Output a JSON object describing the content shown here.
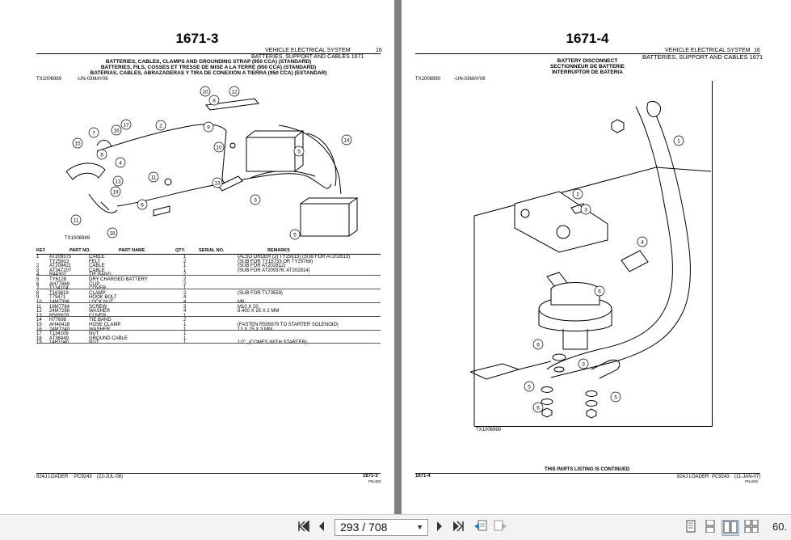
{
  "left_page": {
    "title": "1671-3",
    "header_section": "VEHICLE ELECTRICAL SYSTEM",
    "header_num": "16",
    "subtitle_en": "BATTERIES, CABLES, CLAMPS AND GROUNDING STRAP (950 CCA) (STANDARD)",
    "subtitle_fr": "BATTERIES, FILS, COSSES ET TRESSE DE MISE A LA TERRE (950 CCA) (STANDARD)",
    "subtitle_es": "BATERIAS, CABLES, ABRAZADERAS Y TIRA DE CONEXION A TIERRA (950 CCA) (ESTANDAR)",
    "header_right": "BATTERIES, SUPPORT AND CABLES 1671",
    "tx_code": "TX1006989",
    "tx_date": "-UN-03MAY06",
    "figure_label": "TX1006989",
    "columns": {
      "key": "KEY",
      "part_no": "PART NO.",
      "part_name": "PART NAME",
      "qty": "QTY.",
      "serial_no": "SERIAL NO.",
      "remarks": "REMARKS"
    },
    "parts": [
      {
        "key": "1",
        "part_no": "AT209375",
        "name": "CABLE",
        "qty": "1",
        "remarks": "(ALSO ORDER (2) TY25913) (SUB FOR AT202813)"
      },
      {
        "key": "",
        "part_no": "TY25913",
        "name": "FELT",
        "qty": "2",
        "remarks": "(SUB FOR TY15733 OR TY25768)"
      },
      {
        "key": "2",
        "part_no": "AT209421",
        "name": "CABLE",
        "qty": "1",
        "remarks": "(SUB FOR AT202812)"
      },
      {
        "key": "3",
        "part_no": "AT347207",
        "name": "CABLE",
        "qty": "1",
        "remarks": "(SUB FOR AT209376, AT202814)"
      },
      {
        "key": "4",
        "part_no": "R44302",
        "name": "TIE BAND",
        "qty": "2",
        "remarks": ""
      },
      {
        "key": "5",
        "part_no": "TY6128",
        "name": "DRY CHARGED BATTERY",
        "qty": "2",
        "remarks": ""
      },
      {
        "key": "6",
        "part_no": "AH77869",
        "name": "CLIP",
        "qty": "2",
        "remarks": ""
      },
      {
        "key": "7",
        "part_no": "T134104",
        "name": "COVER",
        "qty": "1",
        "remarks": ""
      },
      {
        "key": "8",
        "part_no": "T163819",
        "name": "CLAMP",
        "qty": "2",
        "remarks": "(SUB FOR T173559)"
      },
      {
        "key": "9",
        "part_no": "T79471",
        "name": "HOOK BOLT",
        "qty": "4",
        "remarks": ""
      },
      {
        "key": "10",
        "part_no": "14M7396",
        "name": "LOCK NUT",
        "qty": "4",
        "remarks": "M8"
      },
      {
        "key": "11",
        "part_no": "19M7784",
        "name": "SCREW",
        "qty": "3",
        "remarks": "M10 X 20"
      },
      {
        "key": "12",
        "part_no": "24M7298",
        "name": "WASHER",
        "qty": "4",
        "remarks": "8.400 X 25 X 2 MM"
      },
      {
        "key": "13",
        "part_no": "R505679",
        "name": "COVER",
        "qty": "1",
        "remarks": ""
      },
      {
        "key": "14",
        "part_no": "H77698",
        "name": "TIE BAND",
        "qty": "2",
        "remarks": ""
      },
      {
        "key": "15",
        "part_no": "AH40418",
        "name": "HOSE CLAMP",
        "qty": "1",
        "remarks": "(FASTEN R505679 TO STARTER SOLENOID)"
      },
      {
        "key": "16",
        "part_no": "24M7240",
        "name": "WASHER",
        "qty": "1",
        "remarks": "13 X 25 X 3 MM"
      },
      {
        "key": "17",
        "part_no": "T134109",
        "name": "NUT",
        "qty": "1",
        "remarks": ""
      },
      {
        "key": "18",
        "part_no": "AT38449",
        "name": "GROUND CABLE",
        "qty": "1",
        "remarks": ""
      },
      {
        "key": "19",
        "part_no": "14H1040",
        "name": "NUT",
        "qty": "1",
        "remarks": "1/2\", (COMES WITH STARTER)"
      }
    ],
    "footer_model": "824J LOADER",
    "footer_pc": "PC9243",
    "footer_date": "(22-JUL-08)",
    "footer_page": "1671-3",
    "footer_code": "PNo281"
  },
  "right_page": {
    "title": "1671-4",
    "header_section": "VEHICLE ELECTRICAL SYSTEM",
    "header_num": "16",
    "header_right": "BATTERIES, SUPPORT AND CABLES 1671",
    "subtitle_en": "BATTERY DISCONNECT",
    "subtitle_fr": "SECTIONNEUR DE BATTERIE",
    "subtitle_es": "INTERRUPTOR DE BATERIA",
    "tx_code": "TX1006990",
    "tx_date": "-UN-03MAY06",
    "figure_label": "TX1006990",
    "footer_page": "1671-4",
    "footer_notice": "THIS PARTS LISTING IS CONTINUED",
    "footer_model": "824J LOADER",
    "footer_pc": "PC9243",
    "footer_date": "(11-JAN-07)",
    "footer_code": "PNo282"
  },
  "toolbar": {
    "page_value": "293 / 708",
    "zoom": "60.",
    "icons": [
      "first-page-icon",
      "prev-page-icon",
      "next-page-icon",
      "last-page-icon",
      "back-icon",
      "forward-icon",
      "single-page-icon",
      "continuous-icon",
      "two-page-icon",
      "two-page-continuous-icon"
    ]
  }
}
